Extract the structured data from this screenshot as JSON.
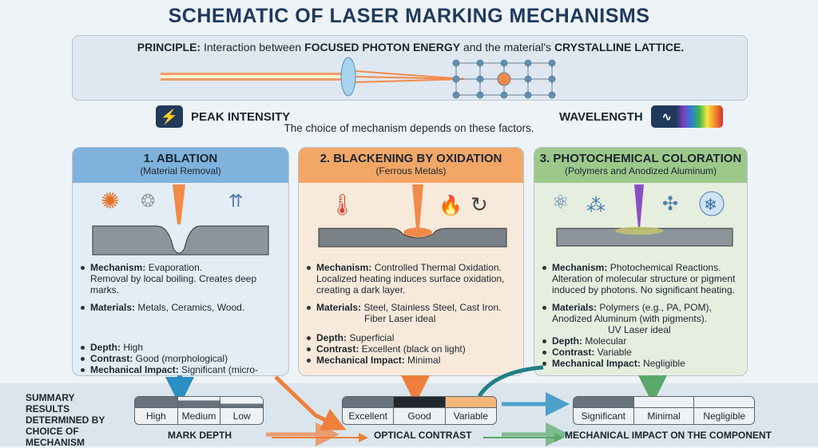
{
  "title": "SCHEMATIC OF LASER MARKING MECHANISMS",
  "principle": {
    "label": "PRINCIPLE:",
    "t1": " Interaction between ",
    "b1": "FOCUSED PHOTON ENERGY",
    "t2": " and the material's ",
    "b2": "CRYSTALLINE LATTICE."
  },
  "factors": {
    "peak": "PEAK INTENSITY",
    "wavelength": "WAVELENGTH",
    "note": "The choice of mechanism depends on these factors.",
    "peak_icon": "lightning-icon",
    "wave_icon": "spectrum-wave-icon"
  },
  "cards": [
    {
      "title": "1. ABLATION",
      "subtitle": "(Material Removal)",
      "color": "#6fa8d6",
      "bg": "#e3edf5",
      "mech_label": "Mechanism:",
      "mech": " Evaporation.",
      "mech_more": "Removal by local boiling. Creates deep marks.",
      "mat_label": "Materials:",
      "mat": " Metals, Ceramics, Wood.",
      "mat_more": "",
      "depth_label": "Depth:",
      "depth": " High",
      "contrast_label": "Contrast:",
      "contrast": " Good (morphological)",
      "impact_label": "Mechanical Impact:",
      "impact": " Significant (micro-cracks)"
    },
    {
      "title": "2. BLACKENING BY OXIDATION",
      "subtitle": "(Ferrous Metals)",
      "color": "#f2a767",
      "bg": "#f8eadb",
      "mech_label": "Mechanism:",
      "mech": " Controlled Thermal Oxidation.",
      "mech_more": "Localized heating induces surface oxidation, creating a dark layer.",
      "mat_label": "Materials:",
      "mat": " Steel, Stainless Steel, Cast Iron.",
      "mat_more": "Fiber Laser ideal",
      "depth_label": "Depth:",
      "depth": " Superficial",
      "contrast_label": "Contrast:",
      "contrast": " Excellent (black on light)",
      "impact_label": "Mechanical Impact:",
      "impact": " Minimal"
    },
    {
      "title": "3. PHOTOCHEMICAL COLORATION",
      "subtitle": "(Polymers and Anodized Aluminum)",
      "color": "#9cc98a",
      "bg": "#e6eee0",
      "mech_label": "Mechanism:",
      "mech": " Photochemical Reactions.",
      "mech_more": "Alteration of molecular structure or pigment induced by photons. No significant heating.",
      "mat_label": "Materials:",
      "mat": " Polymers (e.g., PA, POM), Anodized Aluminum (with pigments).",
      "mat_more": "UV Laser ideal",
      "depth_label": "Depth:",
      "depth": " Molecular",
      "contrast_label": "Contrast:",
      "contrast": " Variable",
      "impact_label": "Mechanical Impact:",
      "impact": " Negligible"
    }
  ],
  "summary": {
    "label": "SUMMARY RESULTS DETERMINED BY CHOICE OF MECHANISM",
    "depth": {
      "caption": "MARK DEPTH",
      "cells": [
        "High",
        "Medium",
        "Low"
      ]
    },
    "contrast": {
      "caption": "OPTICAL CONTRAST",
      "cells": [
        "Excellent",
        "Good",
        "Variable"
      ]
    },
    "impact": {
      "caption": "MECHANICAL IMPACT ON THE COMPONENT",
      "cells": [
        "Significant",
        "Minimal",
        "Negligible"
      ]
    }
  }
}
